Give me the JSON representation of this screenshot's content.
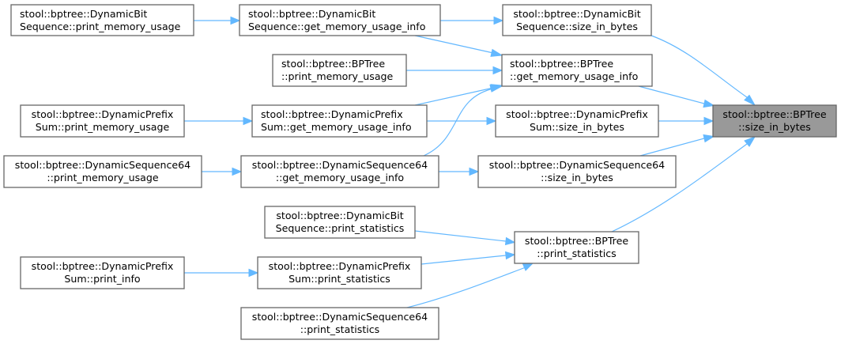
{
  "title": "stool::bptree::BPTree::size_in_bytes caller graph",
  "colors": {
    "edge": "#63b8ff",
    "node_border": "#666666",
    "target_fill": "#999999",
    "node_fill": "#ffffff"
  },
  "nodes": [
    {
      "id": "dbs_print_memory_usage",
      "lines": [
        "stool::bptree::DynamicBit",
        "Sequence::print_memory_usage"
      ]
    },
    {
      "id": "dps_print_memory_usage",
      "lines": [
        "stool::bptree::DynamicPrefix",
        "Sum::print_memory_usage"
      ]
    },
    {
      "id": "ds64_print_memory_usage",
      "lines": [
        "stool::bptree::DynamicSequence64",
        "::print_memory_usage"
      ]
    },
    {
      "id": "dps_print_info",
      "lines": [
        "stool::bptree::DynamicPrefix",
        "Sum::print_info"
      ]
    },
    {
      "id": "dbs_get_memory_usage_info",
      "lines": [
        "stool::bptree::DynamicBit",
        "Sequence::get_memory_usage_info"
      ]
    },
    {
      "id": "bpt_print_memory_usage",
      "lines": [
        "stool::bptree::BPTree",
        "::print_memory_usage"
      ]
    },
    {
      "id": "dps_get_memory_usage_info",
      "lines": [
        "stool::bptree::DynamicPrefix",
        "Sum::get_memory_usage_info"
      ]
    },
    {
      "id": "ds64_get_memory_usage_info",
      "lines": [
        "stool::bptree::DynamicSequence64",
        "::get_memory_usage_info"
      ]
    },
    {
      "id": "dbs_print_statistics",
      "lines": [
        "stool::bptree::DynamicBit",
        "Sequence::print_statistics"
      ]
    },
    {
      "id": "dps_print_statistics",
      "lines": [
        "stool::bptree::DynamicPrefix",
        "Sum::print_statistics"
      ]
    },
    {
      "id": "ds64_print_statistics",
      "lines": [
        "stool::bptree::DynamicSequence64",
        "::print_statistics"
      ]
    },
    {
      "id": "dbs_size_in_bytes",
      "lines": [
        "stool::bptree::DynamicBit",
        "Sequence::size_in_bytes"
      ]
    },
    {
      "id": "bpt_get_memory_usage_info",
      "lines": [
        "stool::bptree::BPTree",
        "::get_memory_usage_info"
      ]
    },
    {
      "id": "dps_size_in_bytes",
      "lines": [
        "stool::bptree::DynamicPrefix",
        "Sum::size_in_bytes"
      ]
    },
    {
      "id": "ds64_size_in_bytes",
      "lines": [
        "stool::bptree::DynamicSequence64",
        "::size_in_bytes"
      ]
    },
    {
      "id": "bpt_print_statistics",
      "lines": [
        "stool::bptree::BPTree",
        "::print_statistics"
      ]
    },
    {
      "id": "bpt_size_in_bytes",
      "lines": [
        "stool::bptree::BPTree",
        "::size_in_bytes"
      ],
      "target": true
    }
  ],
  "edges": [
    {
      "from": "dbs_print_memory_usage",
      "to": "dbs_get_memory_usage_info"
    },
    {
      "from": "dps_print_memory_usage",
      "to": "dps_get_memory_usage_info"
    },
    {
      "from": "ds64_print_memory_usage",
      "to": "ds64_get_memory_usage_info"
    },
    {
      "from": "dps_print_info",
      "to": "dps_print_statistics"
    },
    {
      "from": "dbs_get_memory_usage_info",
      "to": "dbs_size_in_bytes"
    },
    {
      "from": "dbs_get_memory_usage_info",
      "to": "bpt_get_memory_usage_info"
    },
    {
      "from": "bpt_print_memory_usage",
      "to": "bpt_get_memory_usage_info"
    },
    {
      "from": "dps_get_memory_usage_info",
      "to": "bpt_get_memory_usage_info"
    },
    {
      "from": "ds64_get_memory_usage_info",
      "to": "bpt_get_memory_usage_info"
    },
    {
      "from": "dps_get_memory_usage_info",
      "to": "dps_size_in_bytes"
    },
    {
      "from": "ds64_get_memory_usage_info",
      "to": "ds64_size_in_bytes"
    },
    {
      "from": "dbs_print_statistics",
      "to": "bpt_print_statistics"
    },
    {
      "from": "dps_print_statistics",
      "to": "bpt_print_statistics"
    },
    {
      "from": "ds64_print_statistics",
      "to": "bpt_print_statistics"
    },
    {
      "from": "dbs_size_in_bytes",
      "to": "bpt_size_in_bytes"
    },
    {
      "from": "bpt_get_memory_usage_info",
      "to": "bpt_size_in_bytes"
    },
    {
      "from": "dps_size_in_bytes",
      "to": "bpt_size_in_bytes"
    },
    {
      "from": "ds64_size_in_bytes",
      "to": "bpt_size_in_bytes"
    },
    {
      "from": "bpt_print_statistics",
      "to": "bpt_size_in_bytes"
    }
  ]
}
